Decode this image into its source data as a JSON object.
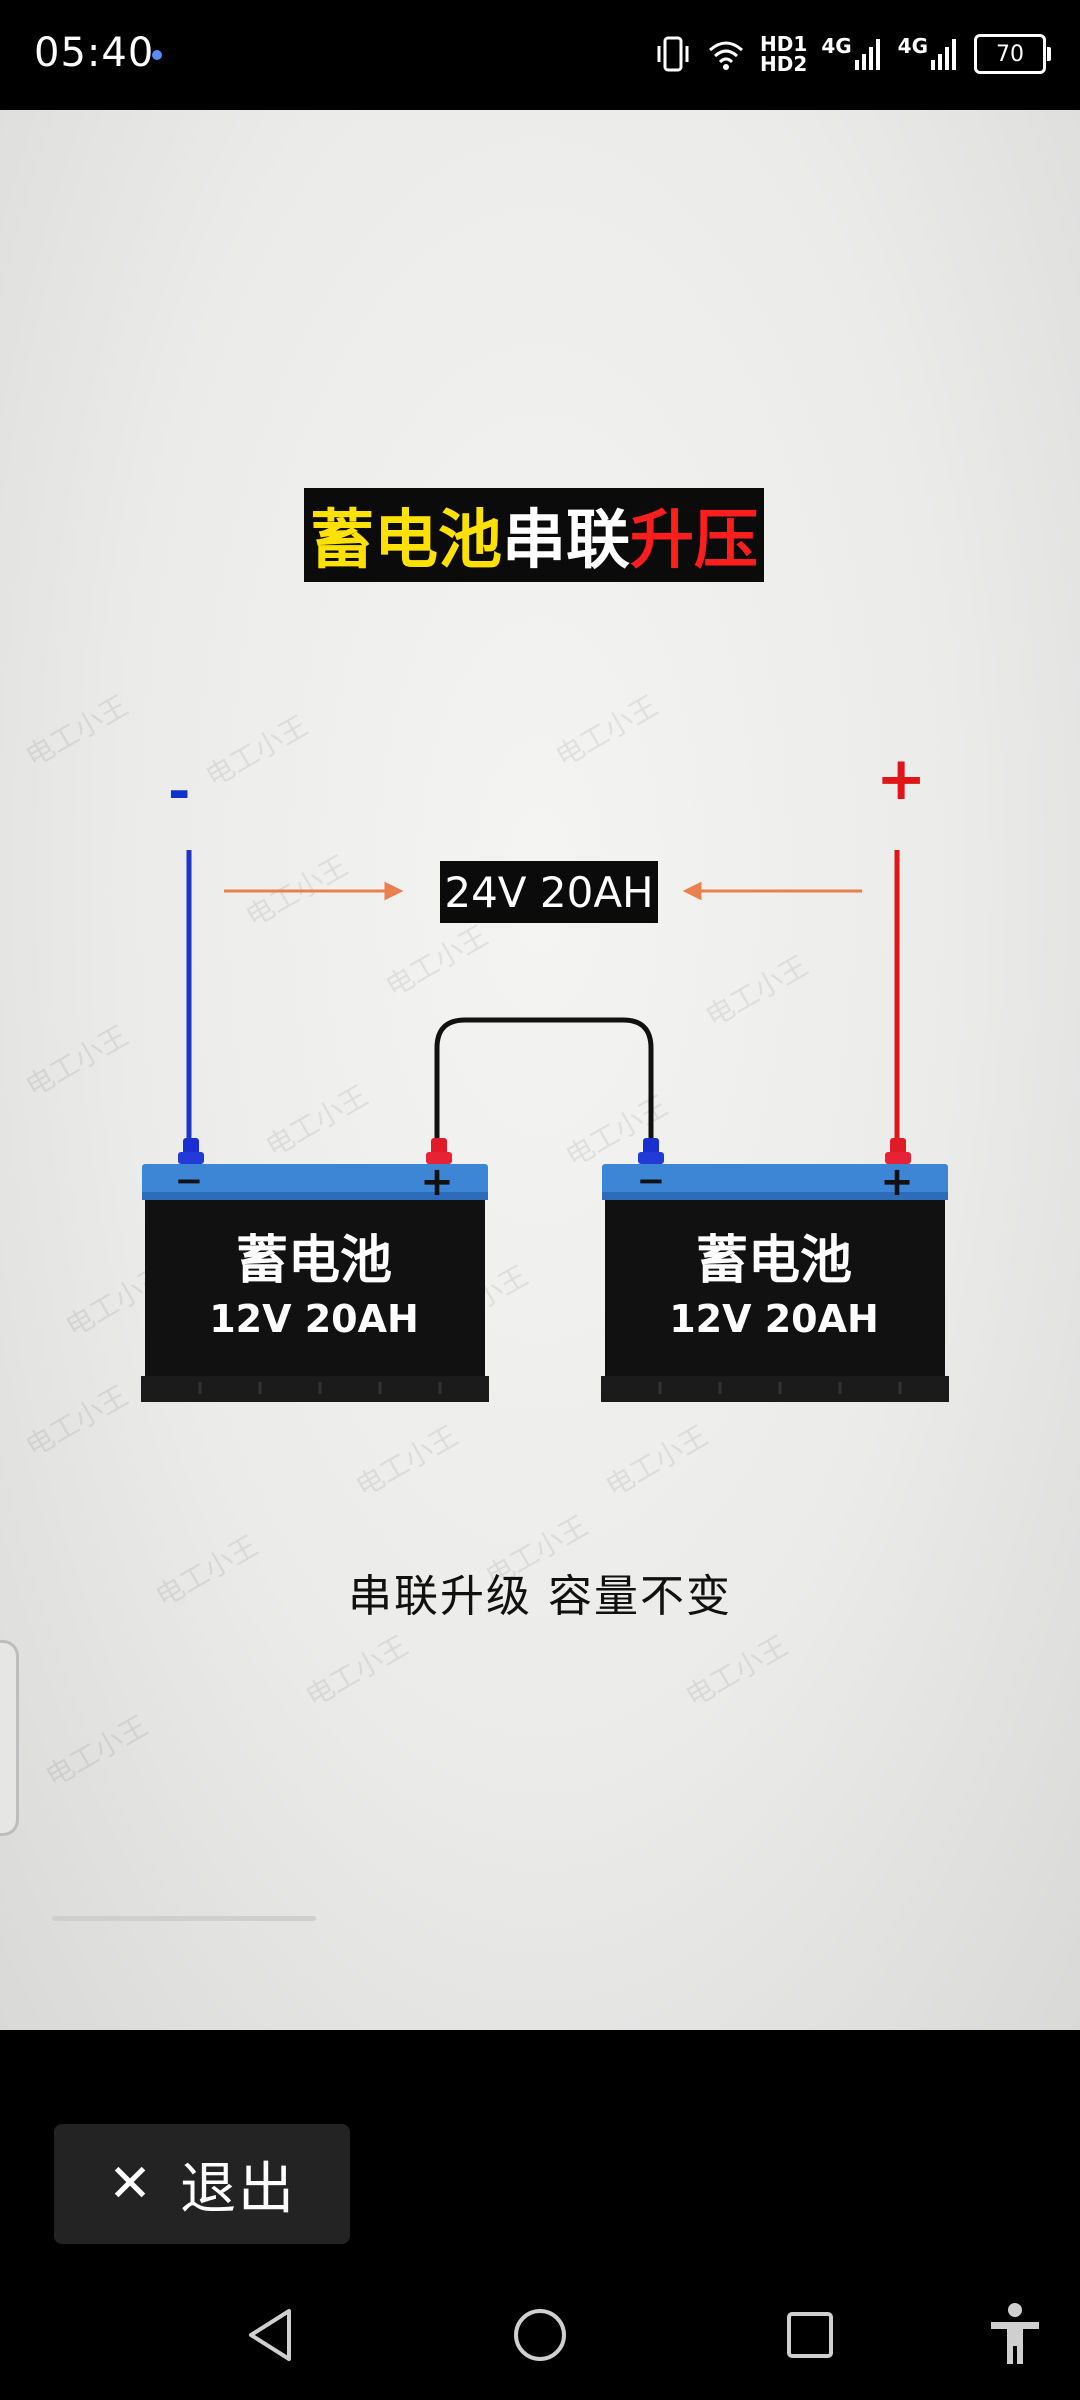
{
  "status_bar": {
    "time": "05:40",
    "hd1": "HD1",
    "hd2": "HD2",
    "net1": "4G",
    "net2": "4G",
    "battery": "70",
    "icons": [
      "vibrate-icon",
      "wifi-icon",
      "signal-icon",
      "battery-icon"
    ]
  },
  "image": {
    "title_part1": "蓄电池",
    "title_part2": "串联",
    "title_part3": "升压",
    "negative_sign": "-",
    "positive_sign": "+",
    "output_label": "24V 20AH",
    "battery_left": {
      "name": "蓄电池",
      "spec": "12V 20AH",
      "neg": "−",
      "pos": "+"
    },
    "battery_right": {
      "name": "蓄电池",
      "spec": "12V 20AH",
      "neg": "−",
      "pos": "+"
    },
    "caption": "串联升级  容量不变",
    "watermark": "电工小王",
    "colors": {
      "title_yellow": "#ffe100",
      "title_red": "#ff1e1e",
      "negative": "#1330c8",
      "positive": "#e01515",
      "arrow": "#e9804f",
      "battery_lid": "#3d86d6"
    }
  },
  "exit_button": {
    "icon": "close-icon",
    "label": "退出"
  },
  "nav_bar": {
    "back": "back-icon",
    "home": "home-icon",
    "recents": "recents-icon",
    "accessibility": "accessibility-icon"
  }
}
